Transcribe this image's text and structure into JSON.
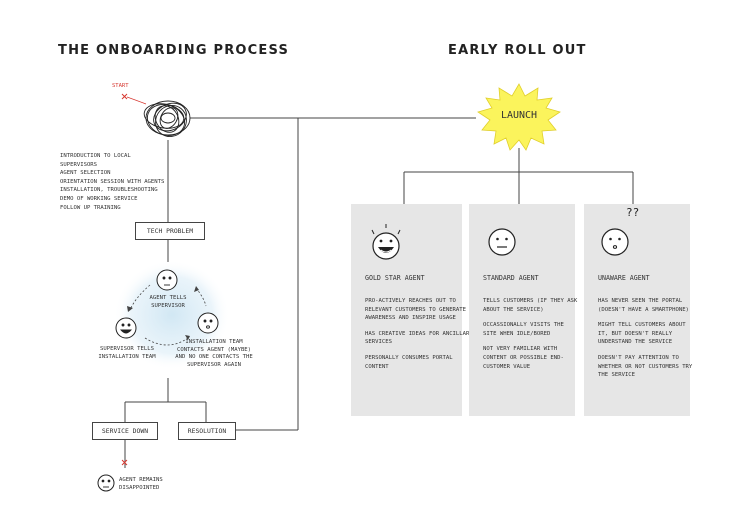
{
  "onboarding": {
    "title": "THE ONBOARDING PROCESS",
    "start_label": "START",
    "steps": [
      "INTRODUCTION TO LOCAL SUPERVISORS",
      "AGENT SELECTION",
      "ORIENTATION SESSION WITH AGENTS",
      "INSTALLATION, TROUBLESHOOTING",
      "DEMO OF WORKING SERVICE",
      "FOLLOW UP TRAINING"
    ],
    "tech_problem": "TECH PROBLEM",
    "cycle": {
      "agent_tells": "AGENT TELLS SUPERVISOR",
      "supervisor_tells": "SUPERVISOR TELLS INSTALLATION TEAM",
      "installation_team": "INSTALLATION TEAM CONTACTS AGENT (MAYBE) AND NO ONE CONTACTS THE SUPERVISOR AGAIN"
    },
    "service_down": "SERVICE DOWN",
    "resolution": "RESOLUTION",
    "agent_remains": "AGENT REMAINS DISAPPOINTED"
  },
  "rollout": {
    "title": "EARLY ROLL OUT",
    "launch": "LAUNCH",
    "panels": [
      {
        "title": "GOLD STAR AGENT",
        "face": "very-happy-face-icon",
        "lines": [
          "PRO-ACTIVELY REACHES OUT TO RELEVANT CUSTOMERS TO GENERATE AWARENESS AND INSPIRE USAGE",
          "HAS CREATIVE IDEAS FOR ANCILLARY SERVICES",
          "PERSONALLY CONSUMES PORTAL CONTENT"
        ]
      },
      {
        "title": "STANDARD AGENT",
        "face": "neutral-face-icon",
        "lines": [
          "TELLS CUSTOMERS (IF THEY ASK ABOUT THE SERVICE)",
          "OCCASSIONALLY VISITS THE SITE WHEN IDLE/BORED",
          "NOT VERY FAMILIAR WITH CONTENT OR POSSIBLE END-CUSTOMER VALUE"
        ]
      },
      {
        "title": "UNAWARE AGENT",
        "face": "confused-face-icon",
        "question_marks": "??",
        "lines": [
          "HAS NEVER SEEN THE PORTAL (DOESN'T HAVE A SMARTPHONE)",
          "MIGHT TELL CUSTOMERS ABOUT IT, BUT DOESN'T REALLY UNDERSTAND THE SERVICE",
          "DOESN'T PAY ATTENTION TO WHETHER OR NOT CUSTOMERS TRY THE SERVICE"
        ]
      }
    ]
  },
  "colors": {
    "line": "#444444",
    "panel_bg": "#e6e6e6",
    "launch_fill": "#fbf45c",
    "start_red": "#d6362f",
    "cycle_glow": "#d6eaf5"
  }
}
